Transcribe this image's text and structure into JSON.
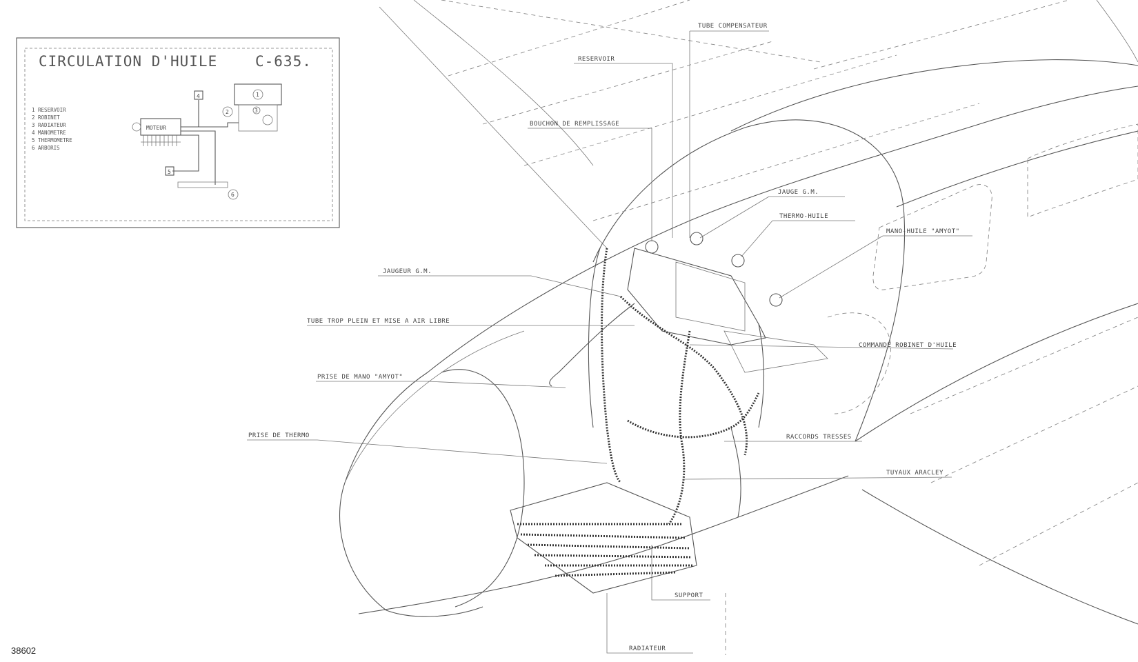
{
  "inset": {
    "title": "CIRCULATION D'HUILE",
    "model": "C-635.",
    "legend": [
      "1 RESERVOIR",
      "2 ROBINET",
      "3 RADIATEUR",
      "4 MANOMETRE",
      "5 THERMOMETRE",
      "6 ARBORIS"
    ],
    "engine_label": "MOTEUR",
    "markers": [
      "1",
      "2",
      "3",
      "4",
      "5",
      "6"
    ]
  },
  "callouts": {
    "tube_compensateur": "TUBE COMPENSATEUR",
    "reservoir": "RESERVOIR",
    "bouchon": "BOUCHON DE REMPLISSAGE",
    "jauge_gm": "JAUGE G.M.",
    "thermo_huile": "THERMO-HUILE",
    "mano_huile": "MANO-HUILE \"AMYOT\"",
    "jaugeur": "JAUGEUR G.M.",
    "tube_trop_plein": "TUBE TROP PLEIN ET MISE A AIR LIBRE",
    "commande_robinet": "COMMANDE ROBINET D'HUILE",
    "prise_mano": "PRISE DE MANO \"AMYOT\"",
    "prise_thermo": "PRISE DE THERMO",
    "raccords": "RACCORDS TRESSES",
    "tuyaux": "TUYAUX ARACLEY",
    "support": "SUPPORT",
    "radiateur": "RADIATEUR"
  },
  "reference": "38602"
}
